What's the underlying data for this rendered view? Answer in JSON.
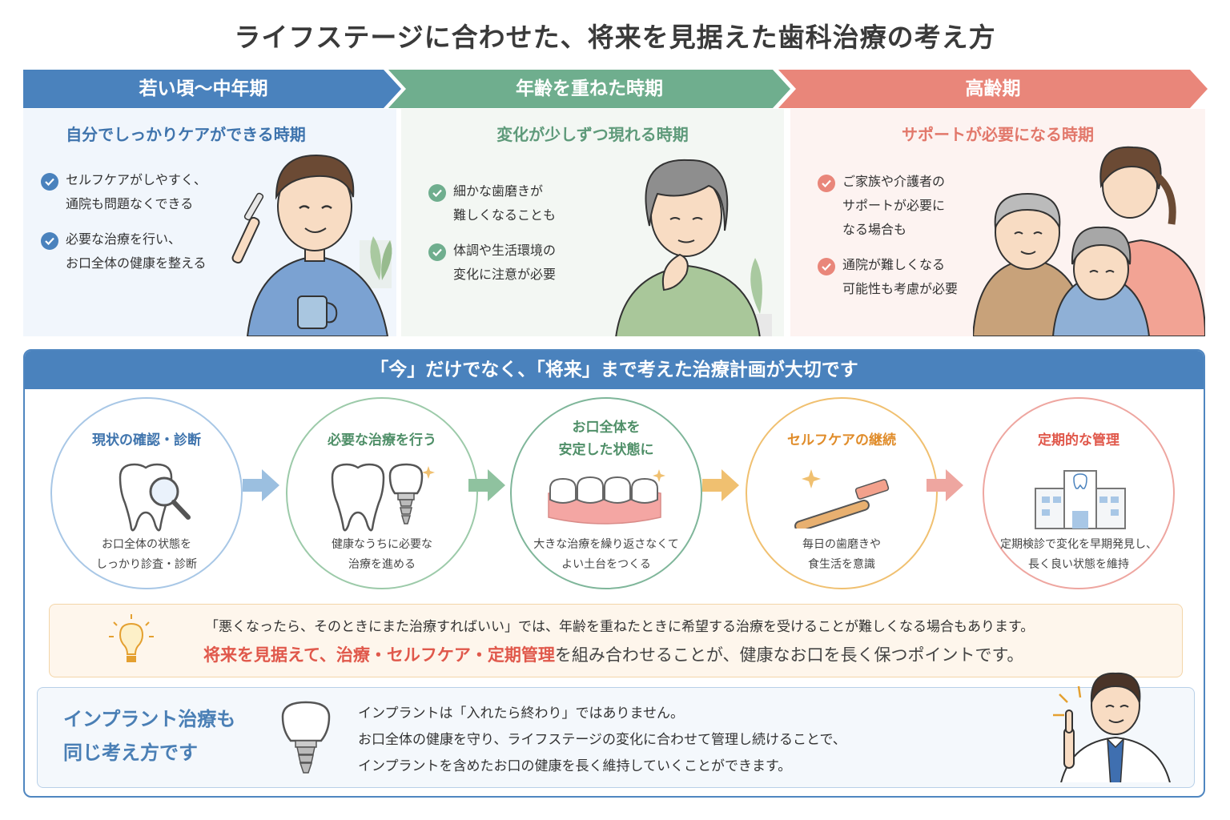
{
  "title": "ライフステージに合わせた、将来を見据えた歯科治療の考え方",
  "stages": [
    {
      "name": "若い頃〜中年期",
      "subtitle": "自分でしっかりケアができる時期",
      "bullets": [
        "セルフケアがしやすく、\n通院も問題なくできる",
        "必要な治療を行い、\nお口全体の健康を整える"
      ]
    },
    {
      "name": "年齢を重ねた時期",
      "subtitle": "変化が少しずつ現れる時期",
      "bullets": [
        "細かな歯磨きが\n難しくなることも",
        "体調や生活環境の\n変化に注意が必要"
      ]
    },
    {
      "name": "高齢期",
      "subtitle": "サポートが必要になる時期",
      "bullets": [
        "ご家族や介護者の\nサポートが必要に\nなる場合も",
        "通院が難しくなる\n可能性も考慮が必要"
      ]
    }
  ],
  "plan": {
    "header": "「今」だけでなく、「将来」まで考えた治療計画が大切です",
    "steps": [
      {
        "title": "現状の確認・診断",
        "desc": "お口全体の状態を\nしっかり診査・診断",
        "icon": "tooth-magnifier-icon"
      },
      {
        "title": "必要な治療を行う",
        "desc": "健康なうちに必要な\n治療を進める",
        "icon": "tooth-implant-icon"
      },
      {
        "title": "お口全体を\n安定した状態に",
        "desc": "大きな治療を繰り返さなくて\nよい土台をつくる",
        "icon": "teeth-row-icon"
      },
      {
        "title": "セルフケアの継続",
        "desc": "毎日の歯磨きや\n食生活を意識",
        "icon": "toothbrush-icon"
      },
      {
        "title": "定期的な管理",
        "desc": "定期検診で変化を早期発見し、\n長く良い状態を維持",
        "icon": "dental-clinic-icon"
      }
    ],
    "notice_line1": "「悪くなったら、そのときにまた治療すればいい」では、年齢を重ねたときに希望する治療を受けることが難しくなる場合もあります。",
    "notice_highlight": "将来を見据えて、治療・セルフケア・定期管理",
    "notice_rest": "を組み合わせることが、健康なお口を長く保つポイントです。",
    "implant_title": "インプラント治療も\n同じ考え方です",
    "implant_lines": [
      "インプラントは「入れたら終わり」ではありません。",
      "お口全体の健康を守り、ライフステージの変化に合わせて管理し続けることで、",
      "インプラントを含めたお口の健康を長く維持していくことができます。"
    ]
  },
  "colors": {
    "stage1": "#4a82bd",
    "stage2": "#6fae8e",
    "stage3": "#e9867a",
    "step1": "#9bbfe0",
    "step2": "#8fc29f",
    "step3": "#7fb69a",
    "step4": "#f0c070",
    "step5": "#eea6a0",
    "accent_red": "#e0584b"
  }
}
